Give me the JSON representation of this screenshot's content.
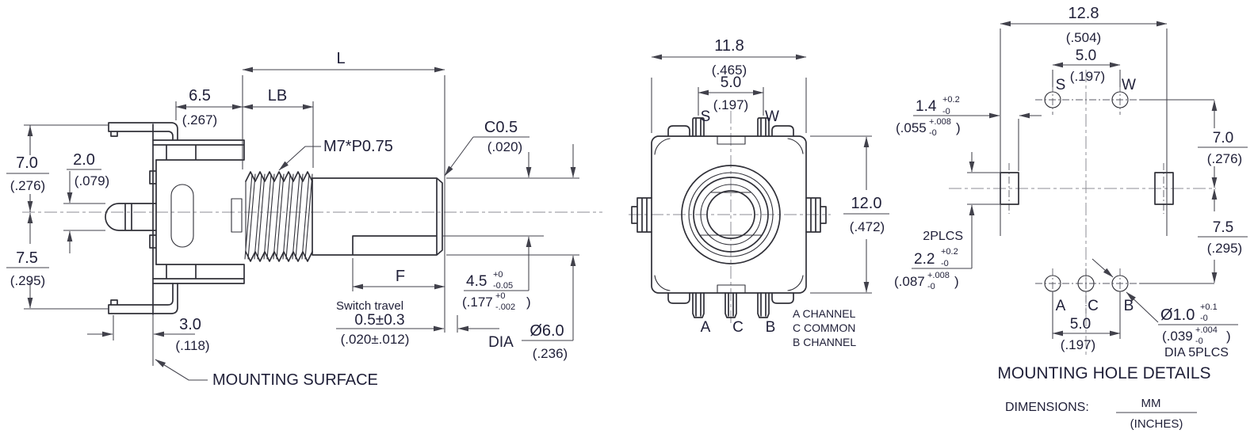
{
  "drawing": {
    "left_view": {
      "dim_L": "L",
      "dim_LB": "LB",
      "dim_F": "F",
      "width_65": {
        "mm": "6.5",
        "in": "(.267)"
      },
      "thread_spec": "M7*P0.75",
      "chamfer": {
        "mm": "C0.5",
        "in": "(.020)"
      },
      "height_top": {
        "mm": "7.0",
        "in": "(.276)"
      },
      "terminal": {
        "mm": "2.0",
        "in": "(.079)"
      },
      "height_bottom": {
        "mm": "7.5",
        "in": "(.295)"
      },
      "tab_offset": {
        "mm": "3.0",
        "in": "(.118)"
      },
      "mounting_surface": "MOUNTING SURFACE",
      "switch_travel_label": "Switch travel",
      "switch_travel": {
        "mm": "0.5±0.3",
        "in": "(.020±.012)"
      },
      "flat_depth": {
        "mm": "4.5",
        "mm_plus": "+0",
        "mm_minus": "-0.05",
        "in_open": "(.177",
        "in_plus": "+0",
        "in_minus": "-.002",
        "in_close": ")"
      },
      "dia_label": "DIA",
      "shaft_dia": {
        "mm": "Ø6.0",
        "in": "(.236)"
      }
    },
    "front_view": {
      "width": {
        "mm": "11.8",
        "in": "(.465)"
      },
      "pin_span": {
        "mm": "5.0",
        "in": "(.197)"
      },
      "pin_s": "S",
      "pin_w": "W",
      "height": {
        "mm": "12.0",
        "in": "(.472)"
      },
      "pin_a": "A",
      "pin_c": "C",
      "pin_b": "B",
      "legend": [
        "A CHANNEL",
        "C COMMON",
        "B CHANNEL"
      ]
    },
    "hole_view": {
      "title": "MOUNTING HOLE DETAILS",
      "width": {
        "mm": "12.8",
        "in": "(.504)"
      },
      "top_span": {
        "mm": "5.0",
        "in": "(.197)"
      },
      "s": "S",
      "w": "W",
      "slot_width": {
        "mm": "1.4",
        "mm_plus": "+0.2",
        "mm_minus": "-0",
        "in_open": "(.055",
        "in_plus": "+.008",
        "in_minus": "-0",
        "in_close": ")"
      },
      "plcs": "2PLCS",
      "slot_height": {
        "mm": "2.2",
        "mm_plus": "+0.2",
        "mm_minus": "-0",
        "in_open": "(.087",
        "in_plus": "+.008",
        "in_minus": "-0",
        "in_close": ")"
      },
      "upper": {
        "mm": "7.0",
        "in": "(.276)"
      },
      "lower": {
        "mm": "7.5",
        "in": "(.295)"
      },
      "a": "A",
      "c": "C",
      "b": "B",
      "bottom_span": {
        "mm": "5.0",
        "in": "(.197)"
      },
      "hole_dia": {
        "mm": "Ø1.0",
        "mm_plus": "+0.1",
        "mm_minus": "-0",
        "in_open": "(.039",
        "in_plus": "+.004",
        "in_minus": "-0",
        "in_close": ")"
      },
      "dia_note": "DIA 5PLCS"
    },
    "footer": {
      "label": "DIMENSIONS:",
      "mm": "MM",
      "inches": "(INCHES)"
    }
  }
}
